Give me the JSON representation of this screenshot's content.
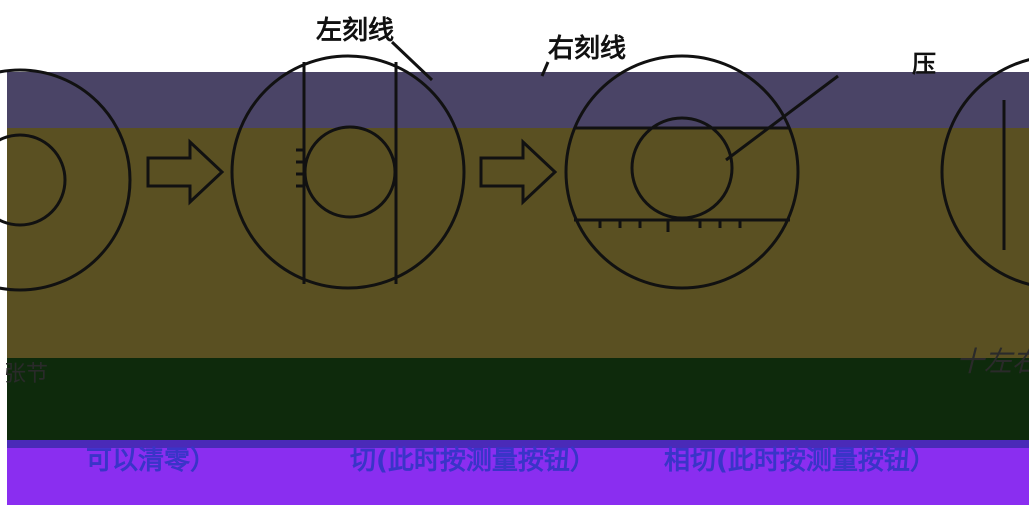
{
  "labels": {
    "left_scale_line": "左刻线",
    "right_scale_line": "右刻线",
    "corner": "压"
  },
  "captions": {
    "step1": "可以清零）",
    "step2": "切(此时按测量按钮）",
    "step3": "相切(此时按测量按钮）"
  },
  "scribbles": {
    "left": "张节",
    "right": "十左右"
  },
  "colors": {
    "band_purple": "#4a4466",
    "band_olive": "#5a5022",
    "band_dark": "#0e2a0c",
    "band_violet": "#8a2ef0",
    "caption_text": "#3a34c8"
  }
}
